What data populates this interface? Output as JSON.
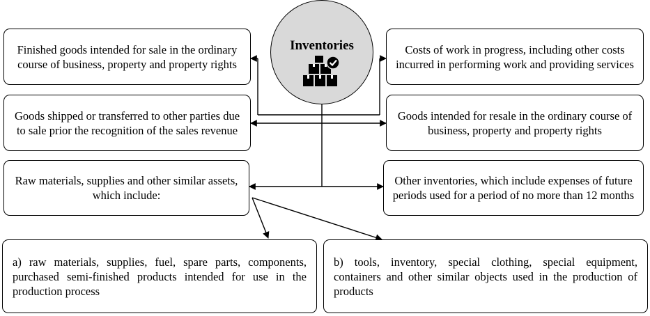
{
  "center": {
    "title": "Inventories",
    "icon": "boxes-check-icon"
  },
  "boxes": {
    "finished_goods": "Finished goods intended for sale in the ordinary course of business, property and property rights",
    "work_in_progress": "Costs of work in progress, including other costs incurred in performing work and providing services",
    "goods_shipped": "Goods shipped or transferred to other parties due to sale prior the recognition of the sales revenue",
    "goods_for_resale": "Goods intended for resale in the ordinary course of business, property and property rights",
    "raw_materials": "Raw materials, supplies and other similar assets, which include:",
    "other_inventories": "Other inventories, which include expenses of future periods used for a period of no more than 12 months",
    "sub_a": "a) raw materials, supplies, fuel, spare parts, components, purchased semi-finished products intended for use in the production process",
    "sub_b": "b) tools, inventory, special clothing, special equipment, containers and other similar objects used in the production of products"
  },
  "colors": {
    "line": "#000000",
    "hub_fill": "#d9d9d9",
    "box_fill": "#ffffff"
  }
}
